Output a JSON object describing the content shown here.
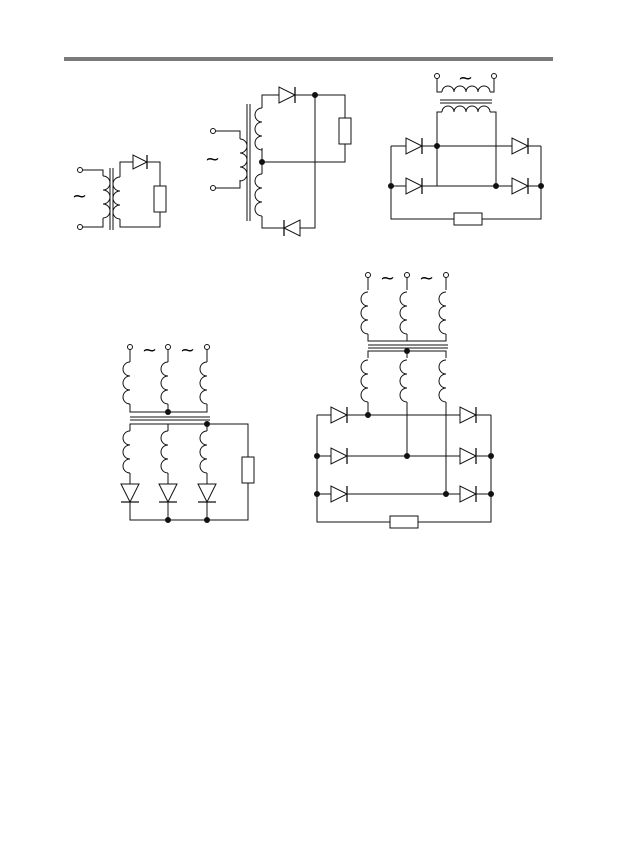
{
  "colors": {
    "ink": "#111111",
    "header_rule": "#7a7a7a",
    "background": "#ffffff"
  },
  "figures": [
    {
      "name": "single-phase-half-wave-rectifier"
    },
    {
      "name": "single-phase-center-tap-full-wave-rectifier"
    },
    {
      "name": "single-phase-bridge-rectifier"
    },
    {
      "name": "three-phase-half-wave-rectifier"
    },
    {
      "name": "three-phase-bridge-rectifier"
    }
  ],
  "symbols": {
    "ac_source": "~"
  }
}
